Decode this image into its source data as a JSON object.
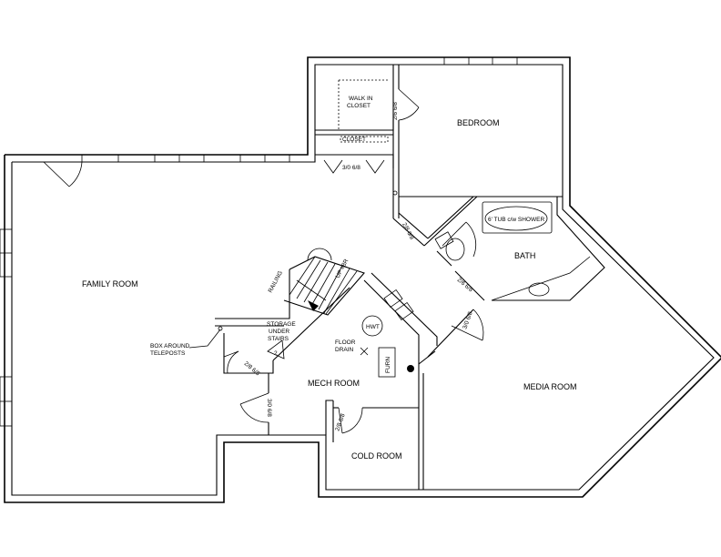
{
  "rooms": {
    "family": "FAMILY ROOM",
    "bedroom": "BEDROOM",
    "walk_in_1": "WALK IN",
    "walk_in_2": "CLOSET",
    "closet": "CLOSET",
    "bath": "BATH",
    "tub": "6' TUB c/w SHOWER",
    "media": "MEDIA ROOM",
    "mech": "MECH ROOM",
    "cold": "COLD ROOM",
    "storage_1": "STORAGE",
    "storage_2": "UNDER",
    "storage_3": "STAIRS",
    "floor_drain_1": "FLOOR",
    "floor_drain_2": "DRAIN",
    "box_1": "BOX AROUND",
    "box_2": "TELEPOSTS",
    "railing": "RAILING",
    "up": "UP #8R",
    "hwt": "HWT",
    "furn": "FURN"
  },
  "doors": {
    "walk_in": "2/6 6/8",
    "closet": "3/0 6/8",
    "bedroom": "2/8 6/8",
    "bath": "2/6 6/8",
    "media": "3/0 6/8",
    "storage": "2/8 6/8",
    "mech": "3/0 6/8",
    "cold": "2/8 6/8"
  }
}
